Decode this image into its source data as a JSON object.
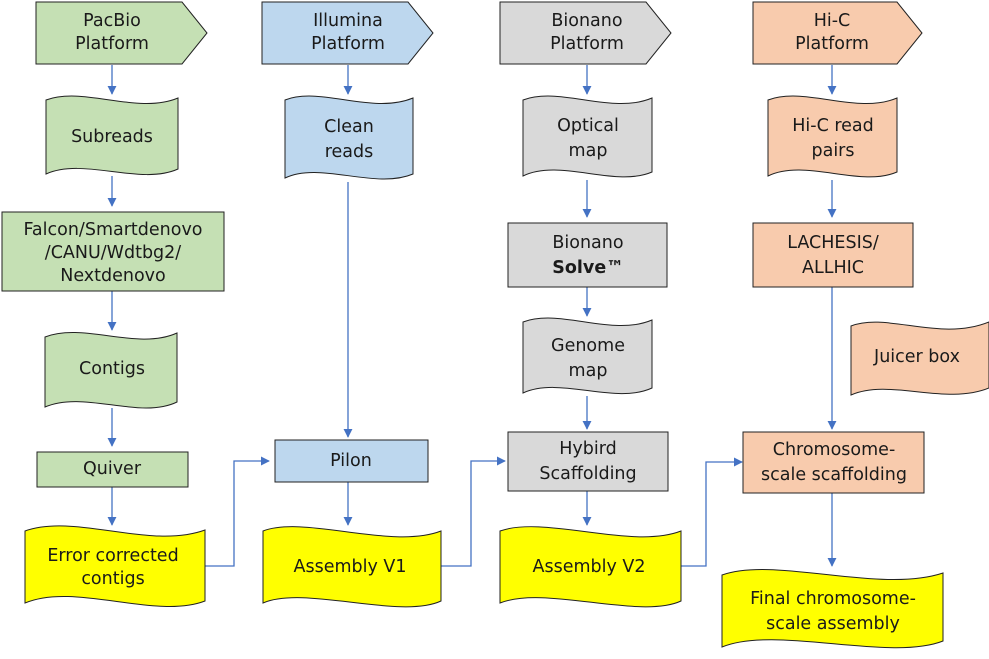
{
  "colors": {
    "pacbio": "#c5e0b4",
    "illumina": "#bdd7ee",
    "bionano": "#d9d9d9",
    "hic": "#f8cbad",
    "assembly": "#ffff00",
    "arrow": "#4472c4"
  },
  "columns": {
    "pacbio": {
      "platform": [
        "PacBio",
        "Platform"
      ],
      "subreads": [
        "Subreads"
      ],
      "assemblers": [
        "Falcon/Smartdenovo",
        "/CANU/Wdtbg2/",
        "Nextdenovo"
      ],
      "contigs": [
        "Contigs"
      ],
      "quiver": [
        "Quiver"
      ],
      "corrected": [
        "Error corrected",
        "contigs"
      ]
    },
    "illumina": {
      "platform": [
        "Illumina",
        "Platform"
      ],
      "clean_reads": [
        "Clean",
        "reads"
      ],
      "pilon": [
        "Pilon"
      ],
      "assembly_v1": [
        "Assembly V1"
      ]
    },
    "bionano": {
      "platform": [
        "Bionano",
        "Platform"
      ],
      "optical_map": [
        "Optical",
        "map"
      ],
      "solve": [
        "Bionano",
        "Solve™"
      ],
      "genome_map": [
        "Genome",
        "map"
      ],
      "hybrid": [
        "Hybird",
        "Scaffolding"
      ],
      "assembly_v2": [
        "Assembly V2"
      ]
    },
    "hic": {
      "platform": [
        "Hi-C",
        "Platform"
      ],
      "read_pairs": [
        "Hi-C read",
        "pairs"
      ],
      "lachesis": [
        "LACHESIS/",
        "ALLHIC"
      ],
      "juicer": [
        "Juicer box"
      ],
      "scaffolding": [
        "Chromosome-",
        "scale scaffolding"
      ],
      "final": [
        "Final chromosome-",
        "scale assembly"
      ]
    }
  }
}
